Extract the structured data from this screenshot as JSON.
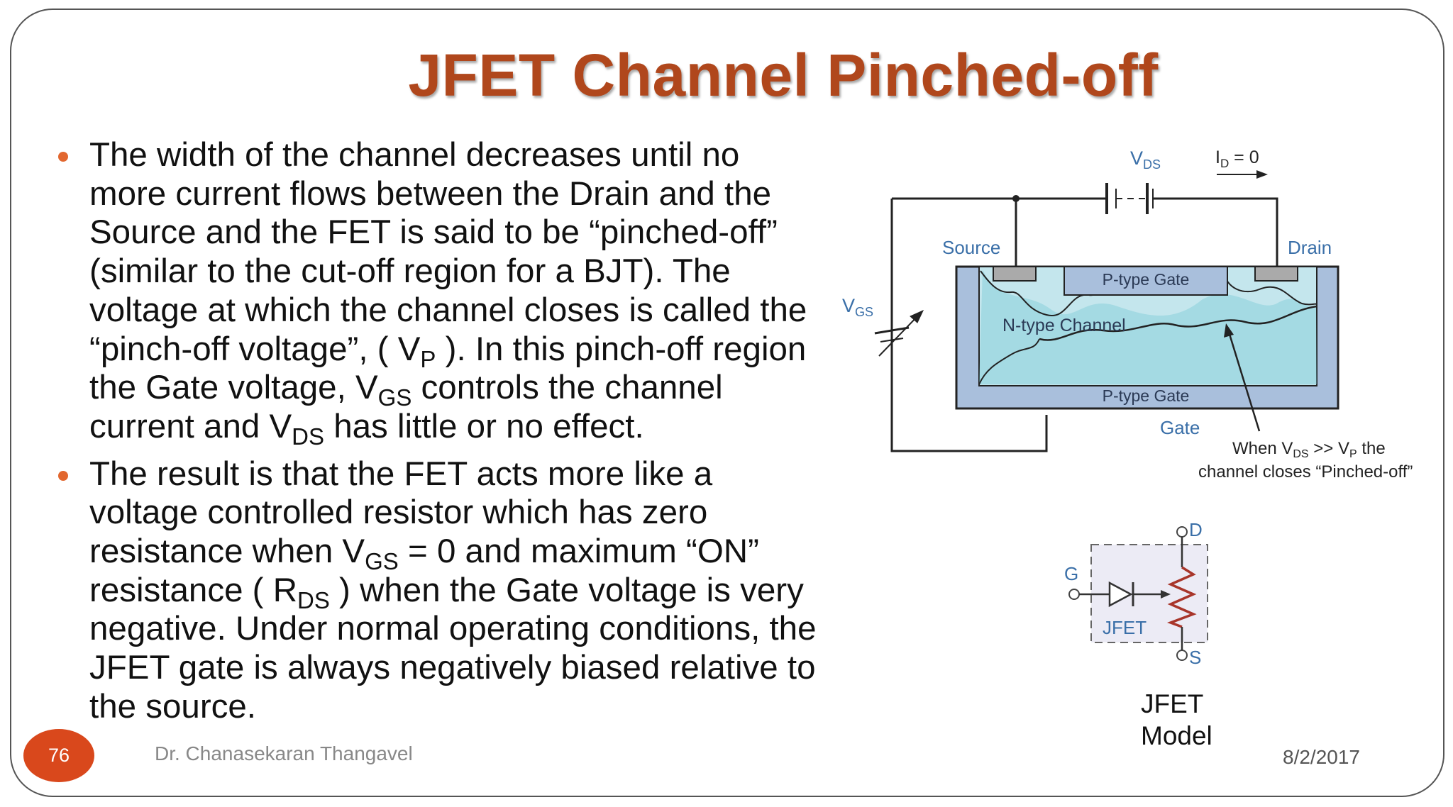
{
  "slide": {
    "title": "JFET Channel Pinched-off",
    "page_number": "76",
    "author": "Dr. Chanasekaran Thangavel",
    "date": "8/2/2017"
  },
  "bullets": [
    {
      "parts": [
        "The width of the channel decreases until no more current flows between the Drain and the Source and the FET is said to be “pinched-off” (similar to the cut-off region for a BJT). The voltage at which the channel closes is called the “pinch-off voltage”, ( V",
        "P",
        " ). In this pinch-off region the Gate voltage, V",
        "GS",
        " controls the channel current and V",
        "DS",
        " has little or no effect."
      ]
    },
    {
      "parts": [
        "The result is that the FET acts more like a voltage controlled resistor which has zero resistance when V",
        "GS",
        " = 0 and maximum “ON” resistance ( R",
        "DS",
        " ) when the Gate voltage is very negative. Under normal operating conditions, the JFET gate is always negatively biased relative to the source."
      ]
    }
  ],
  "diagram": {
    "vds_main": "V",
    "vds_sub": "DS",
    "id_main": "I",
    "id_sub": "D",
    "id_value": " = 0",
    "source_label": "Source",
    "drain_label": "Drain",
    "vgs_main": "V",
    "vgs_sub": "GS",
    "p_gate_top": "P-type Gate",
    "n_channel": "N-type Channel",
    "p_gate_bottom": "P-type Gate",
    "gate_label": "Gate",
    "note_line1_a": "When V",
    "note_line1_sub1": "DS",
    "note_line1_b": " >> V",
    "note_line1_sub2": "P",
    "note_line1_c": " the",
    "note_line2": "channel closes “Pinched-off”"
  },
  "model": {
    "d_label": "D",
    "g_label": "G",
    "s_label": "S",
    "box_label": "JFET",
    "caption_line1": "JFET",
    "caption_line2": "Model"
  },
  "colors": {
    "title": "#b0471c",
    "bullet": "#e2672f",
    "diagram_label": "#3a6fa8",
    "gate_fill": "#a9bfdc",
    "channel_fill": "#bfe5ec",
    "badge": "#d9481c"
  }
}
